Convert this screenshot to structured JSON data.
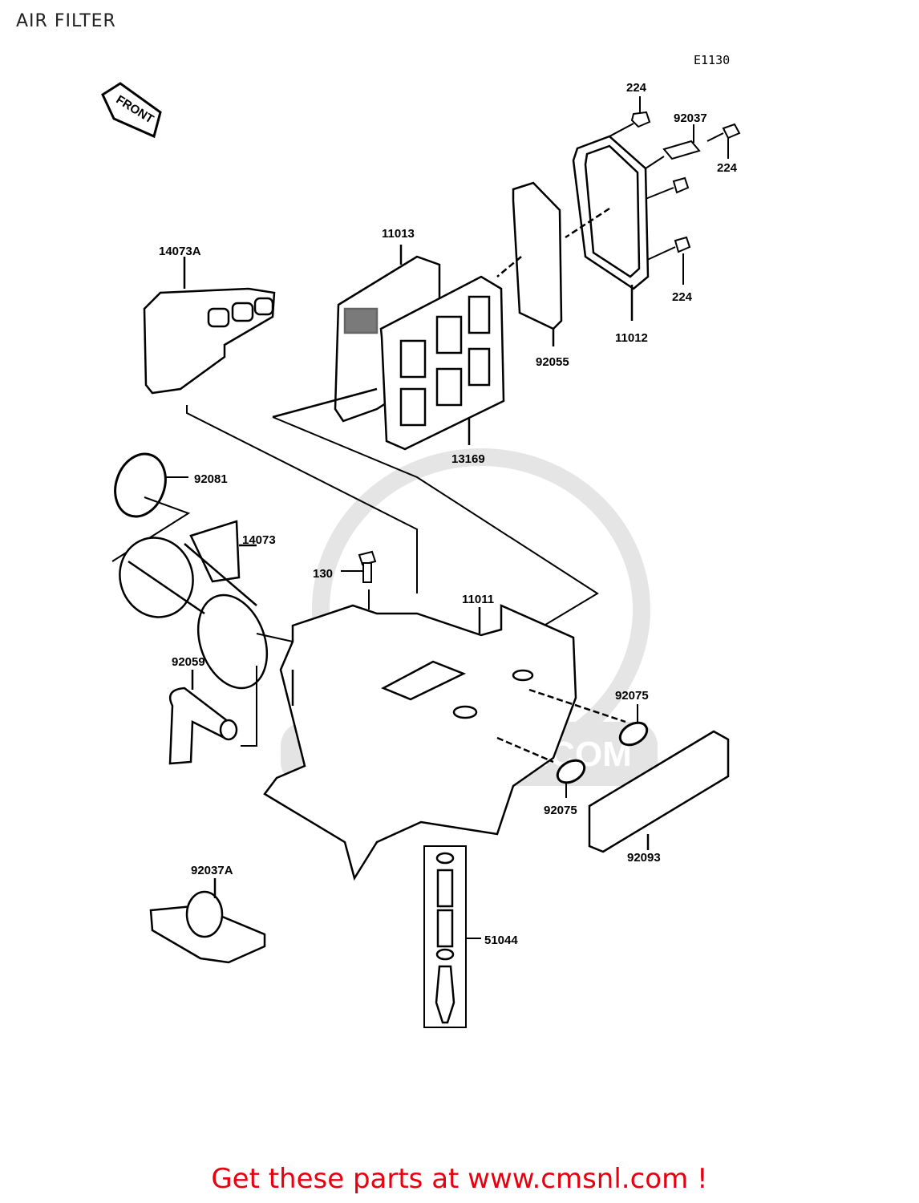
{
  "page": {
    "title": "AIR FILTER",
    "diagram_code": "E1130",
    "front_label": "FRONT",
    "watermark_text": "WWW.CMSNL.COM"
  },
  "parts": [
    {
      "id": "p224a",
      "label": "224"
    },
    {
      "id": "p92037",
      "label": "92037"
    },
    {
      "id": "p224b",
      "label": "224"
    },
    {
      "id": "p224c",
      "label": "224"
    },
    {
      "id": "p11013",
      "label": "11013"
    },
    {
      "id": "p14073A",
      "label": "14073A"
    },
    {
      "id": "p92055",
      "label": "92055"
    },
    {
      "id": "p11012",
      "label": "11012"
    },
    {
      "id": "p13169",
      "label": "13169"
    },
    {
      "id": "p92081",
      "label": "92081"
    },
    {
      "id": "p14073",
      "label": "14073"
    },
    {
      "id": "p130",
      "label": "130"
    },
    {
      "id": "p11011",
      "label": "11011"
    },
    {
      "id": "p92059",
      "label": "92059"
    },
    {
      "id": "p92075a",
      "label": "92075"
    },
    {
      "id": "p92075b",
      "label": "92075"
    },
    {
      "id": "p92093",
      "label": "92093"
    },
    {
      "id": "p92037A",
      "label": "92037A"
    },
    {
      "id": "p51044",
      "label": "51044"
    }
  ],
  "footer": {
    "link_text": "Get these parts at www.cmsnl.com !",
    "link_color": "#e8000f"
  }
}
